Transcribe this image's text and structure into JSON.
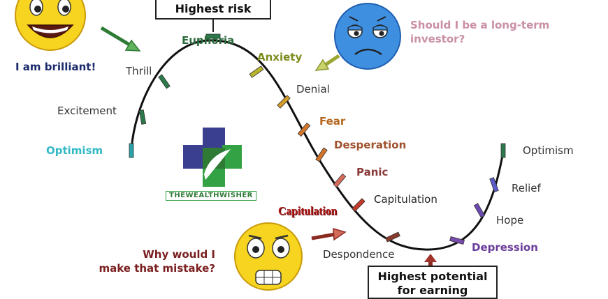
{
  "boxes": {
    "highest_risk": "Highest risk",
    "highest_potential_line1": "Highest potential",
    "highest_potential_line2": "for earning"
  },
  "quotes": {
    "brilliant": "I am brilliant!",
    "long_term_line1": "Should I be a long-term",
    "long_term_line2": "investor?",
    "mistake_line1": "Why would I",
    "mistake_line2": "make that mistake?",
    "capitulation_banner": "Capitulation"
  },
  "logo": {
    "wordmark": "TheWealthWisher"
  },
  "stages": [
    {
      "label": "Optimism",
      "color": "#33b9c6"
    },
    {
      "label": "Excitement",
      "color": "#333333"
    },
    {
      "label": "Thrill",
      "color": "#333333"
    },
    {
      "label": "Euphoria",
      "color": "#2b6b3c"
    },
    {
      "label": "Anxiety",
      "color": "#7d8b1c"
    },
    {
      "label": "Denial",
      "color": "#333333"
    },
    {
      "label": "Fear",
      "color": "#b5651d"
    },
    {
      "label": "Desperation",
      "color": "#a0522d"
    },
    {
      "label": "Panic",
      "color": "#8b3a3a"
    },
    {
      "label": "Capitulation",
      "color": "#222222"
    },
    {
      "label": "Despondence",
      "color": "#333333"
    },
    {
      "label": "Depression",
      "color": "#6a3d9a"
    },
    {
      "label": "Hope",
      "color": "#333333"
    },
    {
      "label": "Relief",
      "color": "#333333"
    },
    {
      "label": "Optimism",
      "color": "#333333"
    }
  ],
  "colors": {
    "curve": "#111111",
    "brilliant_text": "#1b2a6b",
    "long_term_text": "#c98fa6",
    "mistake_text": "#7a1f1f",
    "capitulation_banner": "#b01818",
    "logo_navy": "#3b3f8f",
    "logo_green": "#33a244"
  },
  "icons": {
    "happy": "smiling-face-icon",
    "worried": "worried-face-icon",
    "shocked": "shocked-face-icon"
  }
}
